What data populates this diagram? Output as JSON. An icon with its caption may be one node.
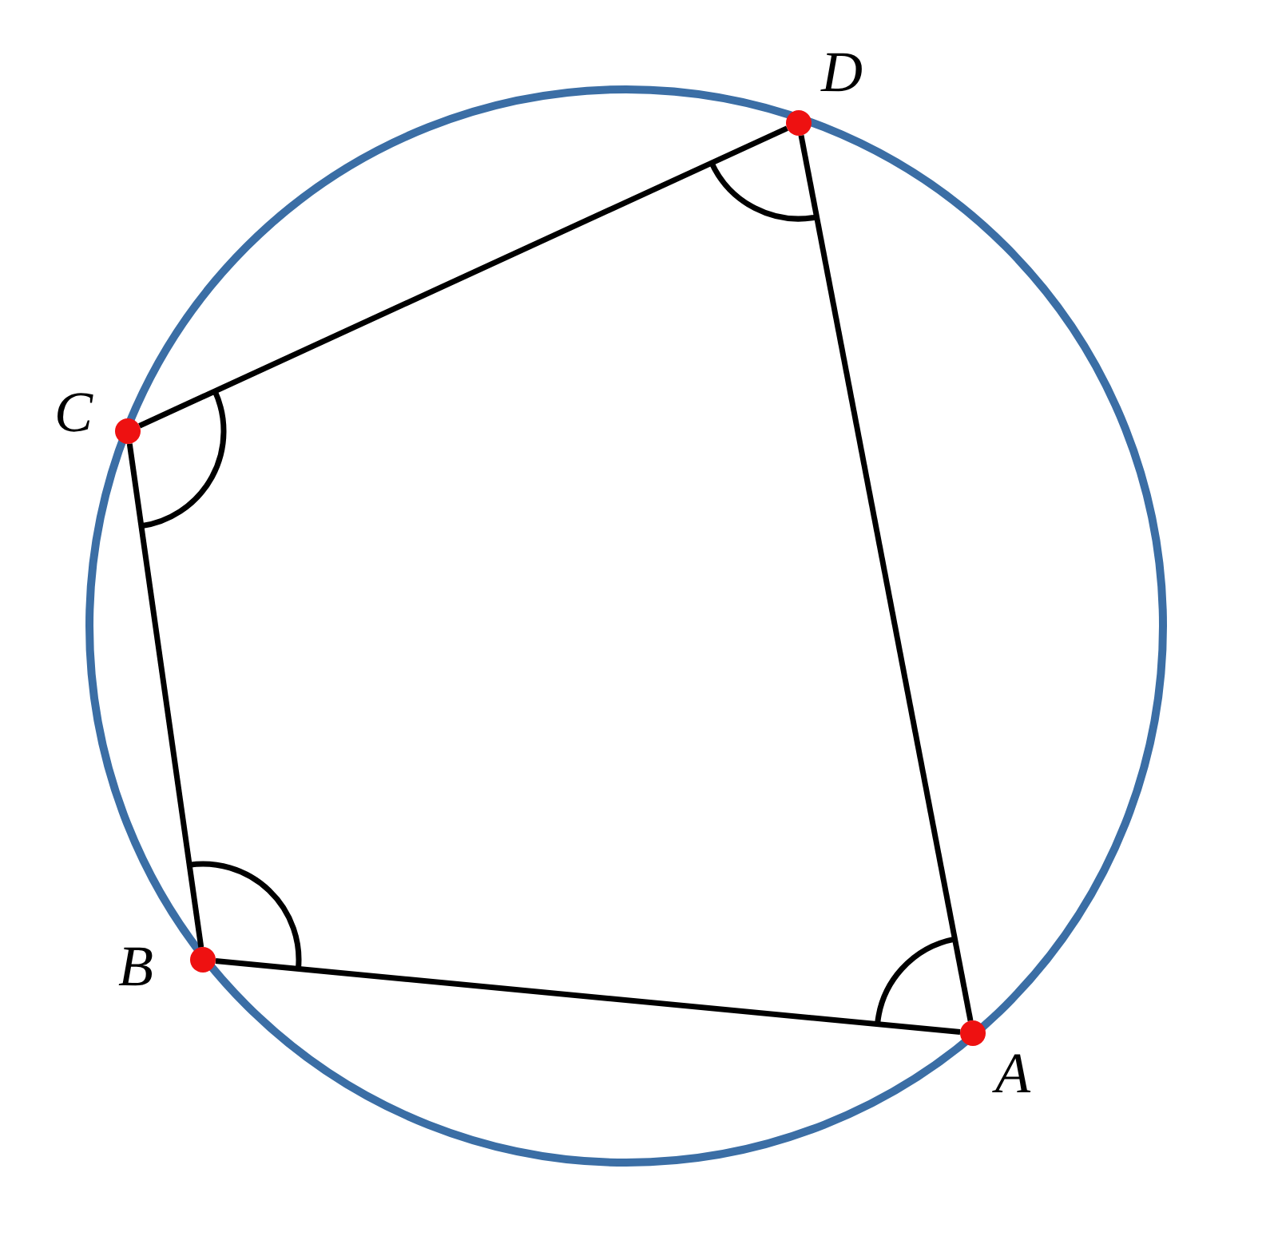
{
  "diagram": {
    "nodes": [
      {
        "text": [],
        "shape": "circle",
        "beside": [
          "D"
        ]
      },
      {
        "text": [],
        "shape": "circle",
        "beside": [
          "C"
        ]
      },
      {
        "text": [],
        "shape": "circle",
        "beside": [
          "B"
        ]
      },
      {
        "text": [],
        "shape": "circle",
        "beside": [
          "A"
        ]
      }
    ],
    "edges": [
      {
        "from": 0,
        "to": 1,
        "arrow": "none"
      },
      {
        "from": 1,
        "to": 2,
        "arrow": "none"
      },
      {
        "from": 2,
        "to": 3,
        "arrow": "none"
      },
      {
        "from": 3,
        "to": 0,
        "arrow": "none"
      }
    ]
  }
}
